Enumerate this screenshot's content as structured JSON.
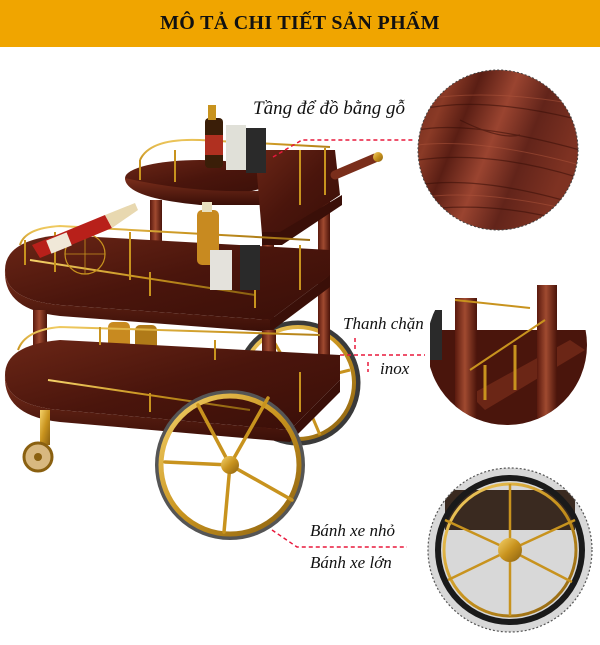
{
  "header": {
    "title": "MÔ TẢ CHI TIẾT SẢN PHẨM",
    "background_color": "#F0A500"
  },
  "product": {
    "name": "serving-cart",
    "image_alt": "Xe đẩy phục vụ rượu gỗ 3 tầng"
  },
  "callouts": [
    {
      "id": "wood-shelf",
      "label": "Tầng để đồ bằng gỗ",
      "inset": "wood-texture-detail"
    },
    {
      "id": "rail",
      "label_line1": "Thanh chặn",
      "label_line2": "inox",
      "inset": "rail-detail"
    },
    {
      "id": "wheels",
      "label_line1": "Bánh xe nhỏ",
      "label_line2": "Bánh xe lớn",
      "inset": "wheel-detail"
    }
  ],
  "colors": {
    "connector": "#E8183C",
    "wood": "#5A1E12",
    "brass": "#D4A020"
  }
}
